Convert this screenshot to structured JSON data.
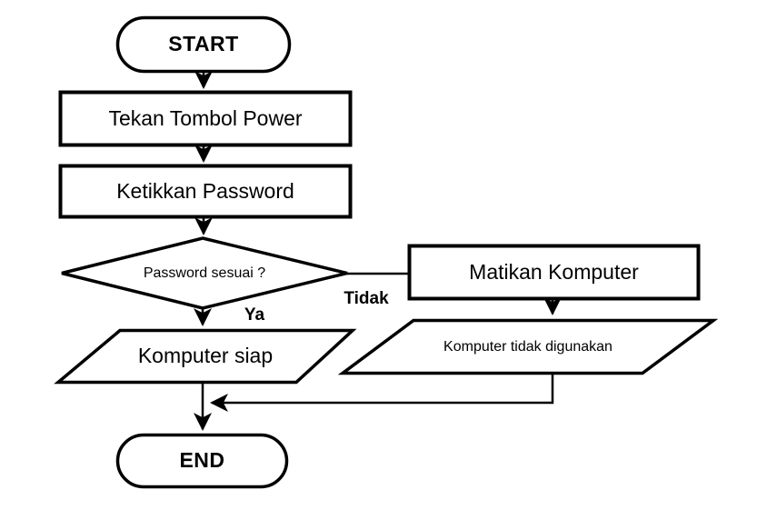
{
  "diagram": {
    "type": "flowchart",
    "background_color": "#ffffff",
    "stroke_color": "#000000",
    "nodes": [
      {
        "id": "start",
        "shape": "terminator",
        "label": "START"
      },
      {
        "id": "tekan-tombol-power",
        "shape": "process",
        "label": "Tekan Tombol Power"
      },
      {
        "id": "ketikkan-password",
        "shape": "process",
        "label": "Ketikkan Password"
      },
      {
        "id": "password-sesuai",
        "shape": "decision",
        "label": "Password sesuai ?"
      },
      {
        "id": "matikan-komputer",
        "shape": "process",
        "label": "Matikan Komputer"
      },
      {
        "id": "komputer-siap",
        "shape": "input-output",
        "label": "Komputer siap"
      },
      {
        "id": "komputer-tidak-digunakan",
        "shape": "input-output",
        "label": "Komputer tidak digunakan"
      },
      {
        "id": "end",
        "shape": "terminator",
        "label": "END"
      }
    ],
    "edge_labels": {
      "yes": "Ya",
      "no": "Tidak"
    }
  }
}
